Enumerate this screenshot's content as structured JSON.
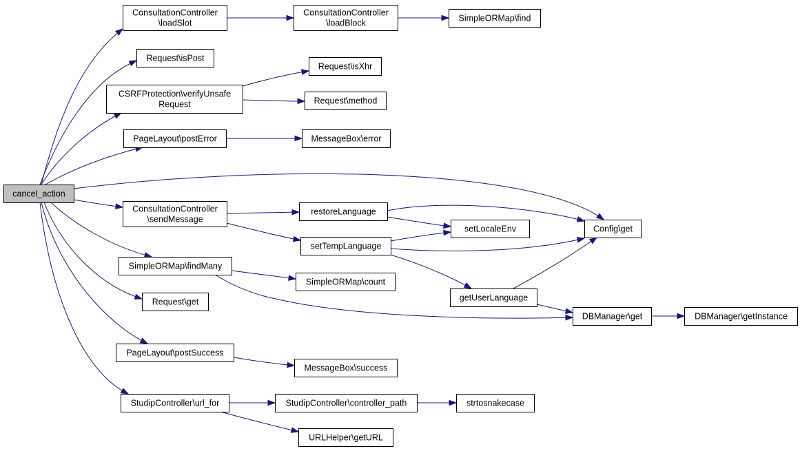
{
  "graph": {
    "colors": {
      "edge": "#191970",
      "node_fill": "#ffffff",
      "root_fill": "#bfbfbf",
      "border": "#000000"
    },
    "nodes": [
      {
        "id": "cancel_action",
        "lines": [
          "cancel_action"
        ],
        "root": true
      },
      {
        "id": "cc_loadslot",
        "lines": [
          "ConsultationController",
          "\\loadSlot"
        ]
      },
      {
        "id": "cc_loadblock",
        "lines": [
          "ConsultationController",
          "\\loadBlock"
        ]
      },
      {
        "id": "orm_find",
        "lines": [
          "SimpleORMap\\find"
        ]
      },
      {
        "id": "req_ispost",
        "lines": [
          "Request\\isPost"
        ]
      },
      {
        "id": "csrf",
        "lines": [
          "CSRFProtection\\verifyUnsafe",
          "Request"
        ]
      },
      {
        "id": "req_isxhr",
        "lines": [
          "Request\\isXhr"
        ]
      },
      {
        "id": "req_method",
        "lines": [
          "Request\\method"
        ]
      },
      {
        "id": "pl_posterror",
        "lines": [
          "PageLayout\\postError"
        ]
      },
      {
        "id": "mb_error",
        "lines": [
          "MessageBox\\error"
        ]
      },
      {
        "id": "cc_sendmessage",
        "lines": [
          "ConsultationController",
          "\\sendMessage"
        ]
      },
      {
        "id": "restorelang",
        "lines": [
          "restoreLanguage"
        ]
      },
      {
        "id": "setlocaleenv",
        "lines": [
          "setLocaleEnv"
        ]
      },
      {
        "id": "config_get",
        "lines": [
          "Config\\get"
        ]
      },
      {
        "id": "settemplang",
        "lines": [
          "setTempLanguage"
        ]
      },
      {
        "id": "orm_findmany",
        "lines": [
          "SimpleORMap\\findMany"
        ]
      },
      {
        "id": "orm_count",
        "lines": [
          "SimpleORMap\\count"
        ]
      },
      {
        "id": "getuserlang",
        "lines": [
          "getUserLanguage"
        ]
      },
      {
        "id": "req_get",
        "lines": [
          "Request\\get"
        ]
      },
      {
        "id": "db_get",
        "lines": [
          "DBManager\\get"
        ]
      },
      {
        "id": "db_getinstance",
        "lines": [
          "DBManager\\getInstance"
        ]
      },
      {
        "id": "pl_postsuccess",
        "lines": [
          "PageLayout\\postSuccess"
        ]
      },
      {
        "id": "mb_success",
        "lines": [
          "MessageBox\\success"
        ]
      },
      {
        "id": "sc_urlfor",
        "lines": [
          "StudipController\\url_for"
        ]
      },
      {
        "id": "sc_ctrlpath",
        "lines": [
          "StudipController\\controller_path"
        ]
      },
      {
        "id": "strtosnake",
        "lines": [
          "strtosnakecase"
        ]
      },
      {
        "id": "urlhelper",
        "lines": [
          "URLHelper\\getURL"
        ]
      }
    ],
    "edges": [
      {
        "from": "cancel_action",
        "to": "cc_loadslot"
      },
      {
        "from": "cancel_action",
        "to": "req_ispost"
      },
      {
        "from": "cancel_action",
        "to": "csrf"
      },
      {
        "from": "cancel_action",
        "to": "pl_posterror"
      },
      {
        "from": "cancel_action",
        "to": "config_get"
      },
      {
        "from": "cancel_action",
        "to": "cc_sendmessage"
      },
      {
        "from": "cancel_action",
        "to": "orm_findmany"
      },
      {
        "from": "cancel_action",
        "to": "req_get"
      },
      {
        "from": "cancel_action",
        "to": "pl_postsuccess"
      },
      {
        "from": "cancel_action",
        "to": "sc_urlfor"
      },
      {
        "from": "cc_loadslot",
        "to": "cc_loadblock"
      },
      {
        "from": "cc_loadblock",
        "to": "orm_find"
      },
      {
        "from": "csrf",
        "to": "req_isxhr"
      },
      {
        "from": "csrf",
        "to": "req_method"
      },
      {
        "from": "pl_posterror",
        "to": "mb_error"
      },
      {
        "from": "cc_sendmessage",
        "to": "restorelang"
      },
      {
        "from": "cc_sendmessage",
        "to": "settemplang"
      },
      {
        "from": "restorelang",
        "to": "setlocaleenv"
      },
      {
        "from": "restorelang",
        "to": "config_get"
      },
      {
        "from": "settemplang",
        "to": "setlocaleenv"
      },
      {
        "from": "settemplang",
        "to": "config_get"
      },
      {
        "from": "settemplang",
        "to": "getuserlang"
      },
      {
        "from": "getuserlang",
        "to": "config_get"
      },
      {
        "from": "getuserlang",
        "to": "db_get"
      },
      {
        "from": "orm_findmany",
        "to": "orm_count"
      },
      {
        "from": "orm_findmany",
        "to": "db_get"
      },
      {
        "from": "db_get",
        "to": "db_getinstance"
      },
      {
        "from": "pl_postsuccess",
        "to": "mb_success"
      },
      {
        "from": "sc_urlfor",
        "to": "sc_ctrlpath"
      },
      {
        "from": "sc_urlfor",
        "to": "urlhelper"
      },
      {
        "from": "sc_ctrlpath",
        "to": "strtosnake"
      }
    ]
  }
}
